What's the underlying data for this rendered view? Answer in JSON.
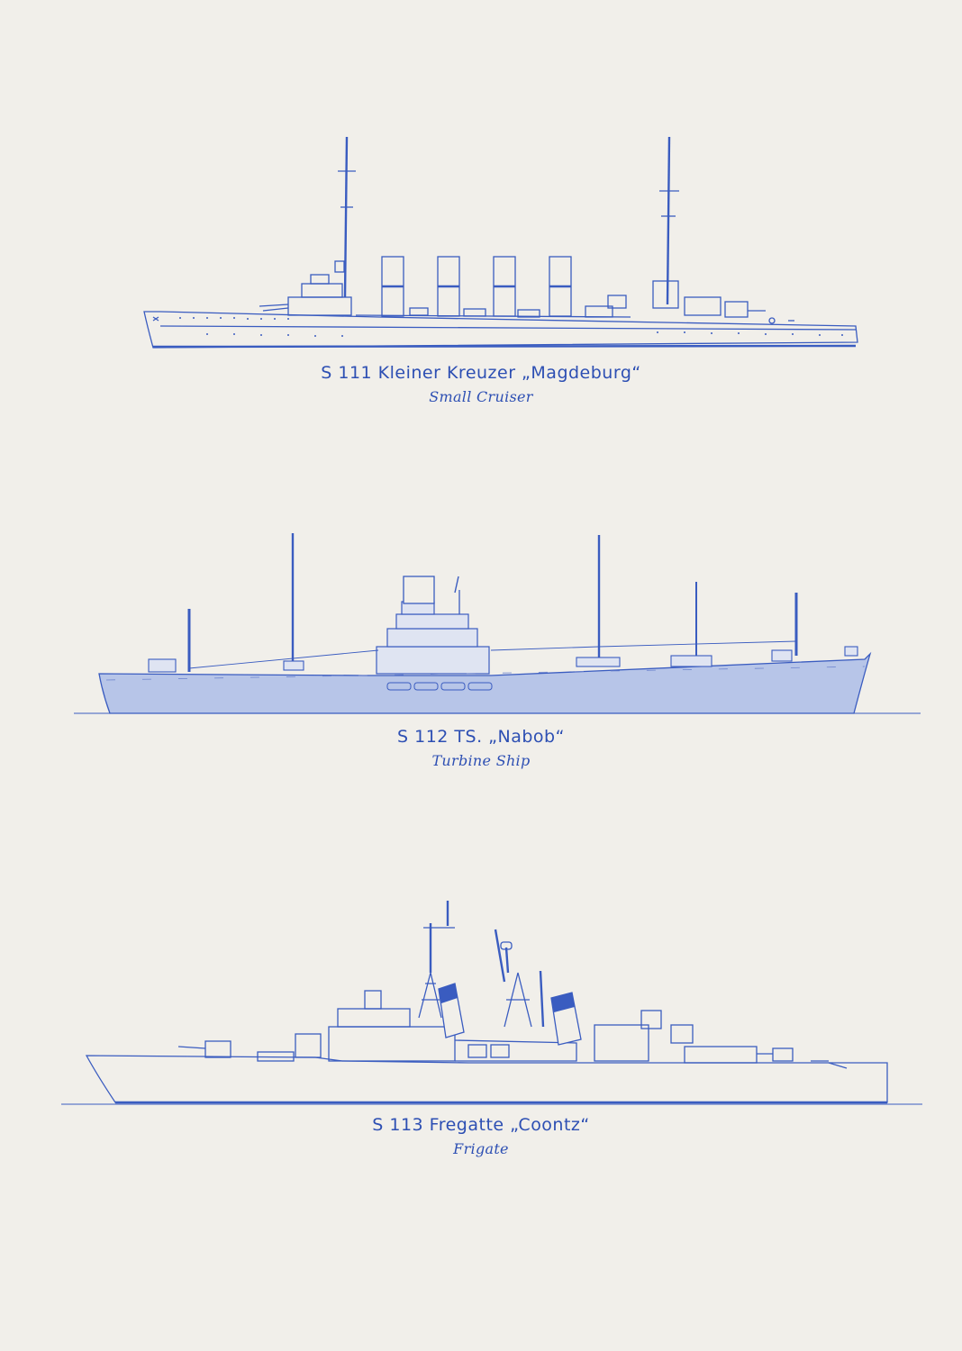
{
  "colors": {
    "ink": "#3a5cc0",
    "hull_fill": "#b7c5e8",
    "paper": "#f1efea"
  },
  "plates": [
    {
      "title": "S 111 Kleiner Kreuzer „Magdeburg“",
      "subtitle": "Small Cruiser"
    },
    {
      "title": "S 112 TS. „Nabob“",
      "subtitle": "Turbine Ship"
    },
    {
      "title": "S 113 Fregatte „Coontz“",
      "subtitle": "Frigate"
    }
  ]
}
